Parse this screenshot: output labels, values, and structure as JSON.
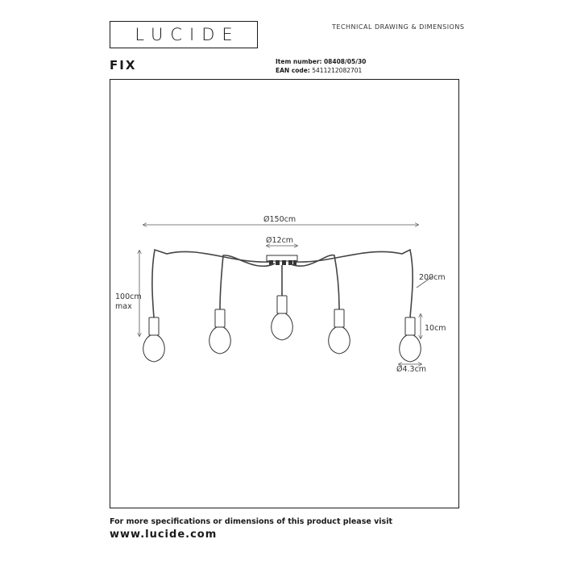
{
  "header": {
    "logo_text": "LUCIDE",
    "doc_type": "TECHNICAL DRAWING & DIMENSIONS"
  },
  "product": {
    "name": "FIX",
    "item_label": "Item number:",
    "item_number": "08408/05/30",
    "ean_label": "EAN code:",
    "ean_code": "5411212082701"
  },
  "drawing": {
    "dim_total_width": "Ø150cm",
    "dim_canopy": "Ø12cm",
    "dim_height_max_value": "100cm",
    "dim_height_max_suffix": "max",
    "dim_cable": "200cm",
    "dim_socket": "10cm",
    "dim_diameter": "Ø4.3cm"
  },
  "footer": {
    "note": "For more specifications or dimensions of this product please visit",
    "url": "www.lucide.com"
  }
}
